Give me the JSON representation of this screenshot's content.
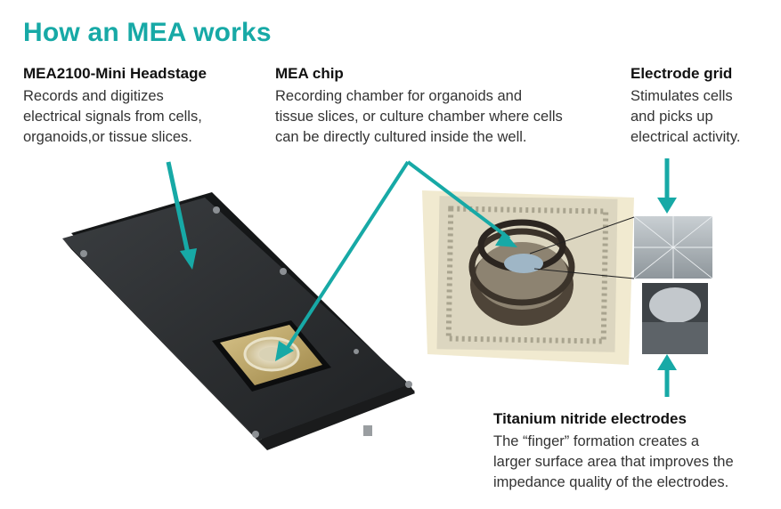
{
  "title": "How an MEA works",
  "headstage": {
    "heading": "MEA2100-Mini Headstage",
    "body": "Records and digitizes\nelectrical signals from cells,\norganoids,or tissue slices."
  },
  "chip": {
    "heading": "MEA chip",
    "body": "Recording chamber for organoids and\ntissue slices, or culture chamber where cells\ncan be directly cultured inside the well."
  },
  "grid": {
    "heading": "Electrode grid",
    "body": "Stimulates cells\nand picks up\nelectrical activity."
  },
  "tin": {
    "heading": "Titanium nitride electrodes",
    "body": "The “finger” formation creates a\nlarger surface area that improves the\nimpedance quality of the electrodes."
  },
  "colors": {
    "accent": "#17a9a6",
    "device": "#2c2f31"
  }
}
